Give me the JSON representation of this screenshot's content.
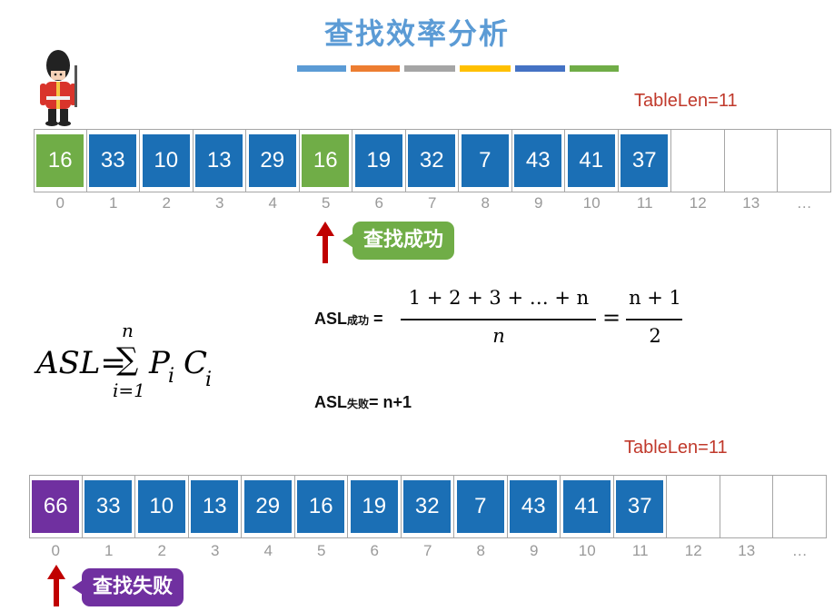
{
  "title": "查找效率分析",
  "palette": [
    "#5b9bd5",
    "#ed7d31",
    "#a5a5a5",
    "#ffc000",
    "#4472c4",
    "#70ad47"
  ],
  "colors": {
    "blue": "#1b6fb5",
    "green": "#70ad47",
    "purple": "#7030a0",
    "arrow_red": "#c00000"
  },
  "guard_icon": "guard-figure-icon",
  "table_top": {
    "table_len_label": "TableLen=11",
    "cells": [
      "16",
      "33",
      "10",
      "13",
      "29",
      "16",
      "19",
      "32",
      "7",
      "43",
      "41",
      "37",
      "",
      "",
      ""
    ],
    "cell_fill": [
      "green",
      "blue",
      "blue",
      "blue",
      "blue",
      "green",
      "blue",
      "blue",
      "blue",
      "blue",
      "blue",
      "blue",
      "",
      "",
      ""
    ],
    "indices": [
      "0",
      "1",
      "2",
      "3",
      "4",
      "5",
      "6",
      "7",
      "8",
      "9",
      "10",
      "11",
      "12",
      "13",
      "…"
    ],
    "callout": "查找成功"
  },
  "formulas": {
    "asl_general_lhs": "ASL=",
    "asl_general_sum_top": "n",
    "asl_general_sum_sym": "∑",
    "asl_general_sum_bottom": "i=1",
    "asl_general_p": "P",
    "asl_general_c": "C",
    "asl_general_sub": "i",
    "asl_success_lhs": "ASL",
    "asl_success_sub": "成功",
    "asl_success_eq": " =",
    "asl_success_numerator": "1 + 2 + 3 + … + n",
    "asl_success_denominator": "n",
    "asl_success_eq2": "=",
    "asl_success_numerator2": "n + 1",
    "asl_success_denominator2": "2",
    "asl_fail_lhs": "ASL",
    "asl_fail_sub": "失败",
    "asl_fail_rhs": "= n+1"
  },
  "table_bottom": {
    "table_len_label": "TableLen=11",
    "cells": [
      "66",
      "33",
      "10",
      "13",
      "29",
      "16",
      "19",
      "32",
      "7",
      "43",
      "41",
      "37",
      "",
      "",
      ""
    ],
    "cell_fill": [
      "purple",
      "blue",
      "blue",
      "blue",
      "blue",
      "blue",
      "blue",
      "blue",
      "blue",
      "blue",
      "blue",
      "blue",
      "",
      "",
      ""
    ],
    "indices": [
      "0",
      "1",
      "2",
      "3",
      "4",
      "5",
      "6",
      "7",
      "8",
      "9",
      "10",
      "11",
      "12",
      "13",
      "…"
    ],
    "callout": "查找失败"
  }
}
